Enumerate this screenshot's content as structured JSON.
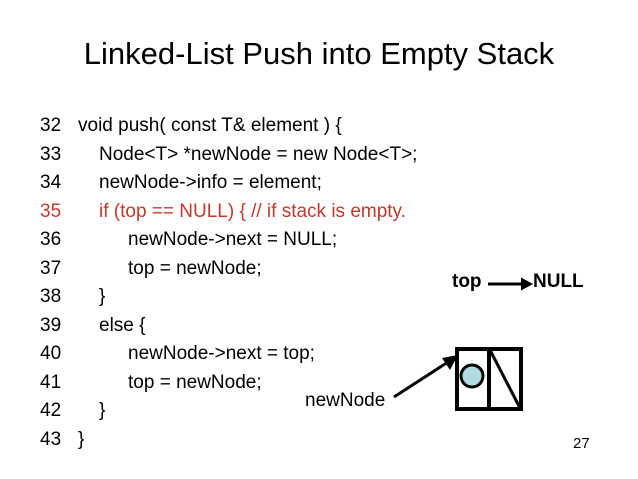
{
  "slide": {
    "title": "Linked-List Push into Empty Stack",
    "page_number": "27",
    "highlight_color": "#C0392B",
    "node_fill_color": "#B3DCE2",
    "text_color": "#000000",
    "background_color": "#FFFFFF"
  },
  "code": {
    "lines": [
      {
        "number": "32",
        "text": "void push( const T& element ) {",
        "indent": 0,
        "highlight": false
      },
      {
        "number": "33",
        "text": "Node<T> *newNode = new Node<T>;",
        "indent": 1,
        "highlight": false
      },
      {
        "number": "34",
        "text": "newNode->info = element;",
        "indent": 1,
        "highlight": false
      },
      {
        "number": "35",
        "text": "if (top == NULL) { // if stack is empty.",
        "indent": 1,
        "highlight": true
      },
      {
        "number": "36",
        "text": "newNode->next = NULL;",
        "indent": 2,
        "highlight": false
      },
      {
        "number": "37",
        "text": "top = newNode;",
        "indent": 2,
        "highlight": false
      },
      {
        "number": "38",
        "text": "}",
        "indent": 1,
        "highlight": false
      },
      {
        "number": "39",
        "text": "else {",
        "indent": 1,
        "highlight": false
      },
      {
        "number": "40",
        "text": "newNode->next = top;",
        "indent": 2,
        "highlight": false
      },
      {
        "number": "41",
        "text": "top = newNode;",
        "indent": 2,
        "highlight": false
      },
      {
        "number": "42",
        "text": "}",
        "indent": 1,
        "highlight": false
      },
      {
        "number": "43",
        "text": "}",
        "indent": 0,
        "highlight": false
      }
    ]
  },
  "diagram": {
    "top_label": "top",
    "null_label": "NULL",
    "newnode_label": "newNode"
  }
}
